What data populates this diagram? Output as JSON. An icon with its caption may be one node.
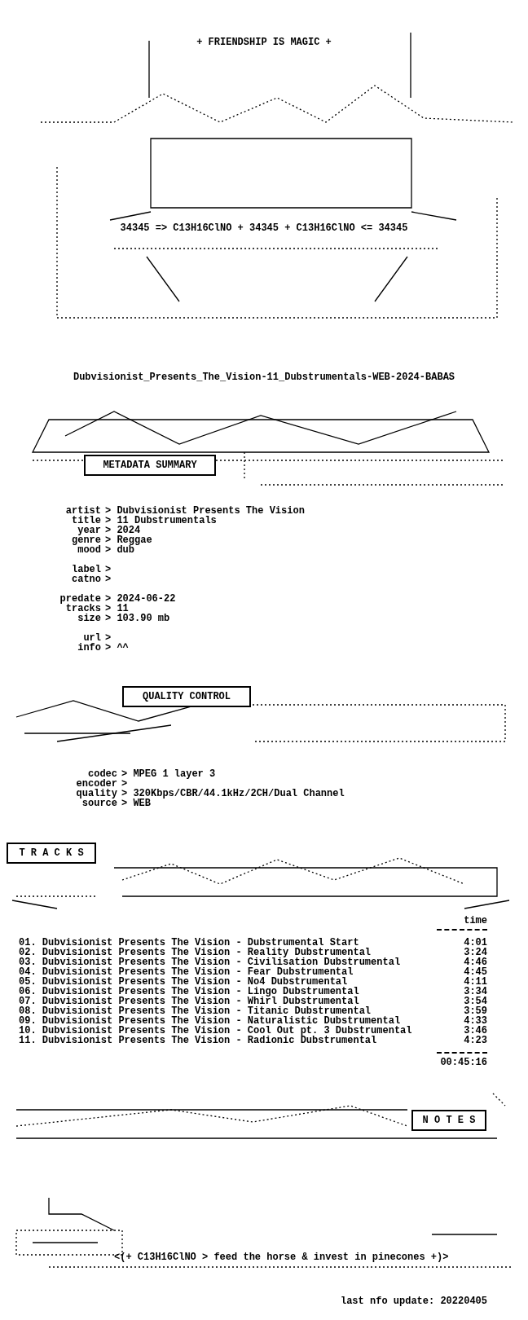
{
  "diagram": {
    "nodes": [
      {
        "text": [
          "METADATA SUMMARY"
        ]
      },
      {
        "text": [
          "QUALITY CONTROL"
        ]
      },
      {
        "text": [
          "T R A C K S"
        ]
      },
      {
        "text": [
          "N O T E S"
        ]
      }
    ],
    "labels": [
      "+ FRIENDSHIP IS MAGIC +",
      "34345 => C13H16ClNO + 34345 + C13H16ClNO <= 34345",
      "Dubvisionist_Presents_The_Vision-11_Dubstrumentals-WEB-2024-BABAS",
      "artist",
      "> Dubvisionist Presents The Vision",
      "title",
      "> 11 Dubstrumentals",
      "year",
      "> 2024",
      "genre",
      "> Reggae",
      "mood",
      "> dub",
      "label",
      ">",
      "catno",
      ">",
      "predate",
      "> 2024-06-22",
      "tracks",
      "> 11",
      "size",
      "> 103.90 mb",
      "url",
      ">",
      "info",
      "> ^^",
      "codec",
      "> MPEG 1 layer 3",
      "encoder",
      ">",
      "quality",
      "> 320Kbps/CBR/44.1kHz/2CH/Dual Channel",
      "source",
      "> WEB",
      "time",
      "01. Dubvisionist Presents The Vision - Dubstrumental Start",
      "4:01",
      "02. Dubvisionist Presents The Vision - Reality Dubstrumental",
      "3:24",
      "03. Dubvisionist Presents The Vision - Civilisation Dubstrumental",
      "4:46",
      "04. Dubvisionist Presents The Vision - Fear Dubstrumental",
      "4:45",
      "05. Dubvisionist Presents The Vision - No4 Dubstrumental",
      "4:11",
      "06. Dubvisionist Presents The Vision - Lingo Dubstrumental",
      "3:34",
      "07. Dubvisionist Presents The Vision - Whirl Dubstrumental",
      "3:54",
      "08. Dubvisionist Presents The Vision - Titanic Dubstrumental",
      "3:59",
      "09. Dubvisionist Presents The Vision - Naturalistic Dubstrumental",
      "4:33",
      "10. Dubvisionist Presents The Vision - Cool Out pt. 3 Dubstrumental",
      "3:46",
      "11. Dubvisionist Presents The Vision - Radionic Dubstrumental",
      "4:23",
      "00:45:16",
      "<(+ C13H16ClNO > feed the horse & invest in pinecones +)>",
      "last nfo update: 20220405"
    ]
  }
}
